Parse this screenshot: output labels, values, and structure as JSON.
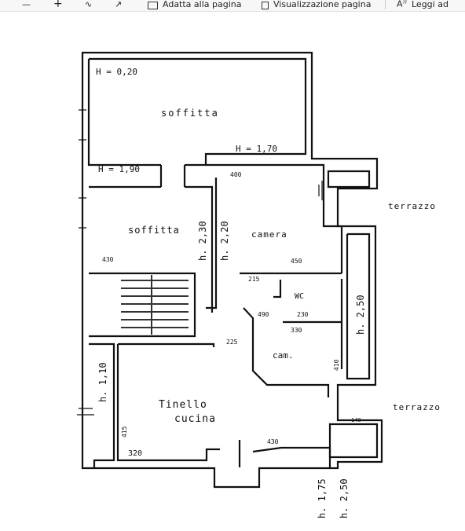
{
  "toolbar": {
    "zoom_out_icon": "minus-icon",
    "zoom_in_icon": "plus-icon",
    "draw_icon": "draw-icon",
    "rotate_icon": "rotate-icon",
    "fit_page_label": "Adatta alla pagina",
    "page_view_label": "Visualizzazione pagina",
    "read_aloud_label": "Leggi ad"
  },
  "plan": {
    "h_020": "H = 0,20",
    "h_170": "H = 1,70",
    "h_190": "H = 1,90",
    "soffitta_top": "soffitta",
    "soffitta_left": "soffitta",
    "camera": "camera",
    "wc": "WC",
    "cam": "cam.",
    "tinello": "Tinello",
    "cucina": "cucina",
    "terrazzo_1": "terrazzo",
    "terrazzo_2": "terrazzo",
    "h_230": "h. 2,30",
    "h_220": "h. 2,20",
    "h_110": "h. 1,10",
    "h_250_right": "h. 2,50",
    "h_175": "h. 1,75",
    "h_250_bottom": "h. 2,50",
    "dim_400": "400",
    "dim_430_left": "430",
    "dim_450": "450",
    "dim_215": "215",
    "dim_490": "490",
    "dim_230": "230",
    "dim_330": "330",
    "dim_225": "225",
    "dim_320": "320",
    "dim_430_bottom": "430",
    "dim_410": "410",
    "dim_140": "140",
    "dim_415": "415"
  }
}
